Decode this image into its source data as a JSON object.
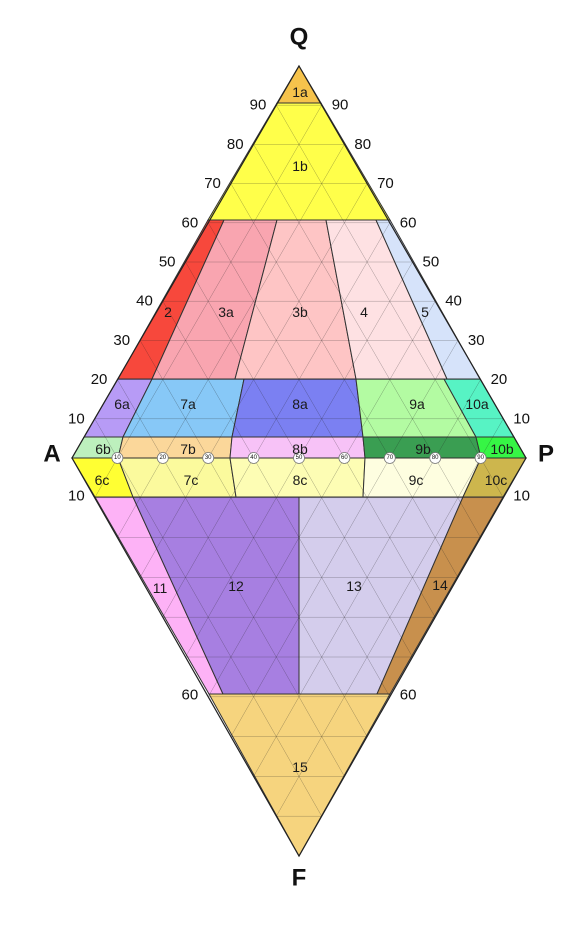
{
  "vertices": {
    "top": "Q",
    "left": "A",
    "right": "P",
    "bottom": "F"
  },
  "upper_ticks": [
    "90",
    "80",
    "70",
    "60",
    "50",
    "40",
    "30",
    "20",
    "10"
  ],
  "lower_ticks": [
    "10",
    "60"
  ],
  "center_scale": [
    "10",
    "20",
    "30",
    "40",
    "50",
    "60",
    "70",
    "80",
    "90"
  ],
  "fields": [
    {
      "id": "1a",
      "color": "#f6c34c"
    },
    {
      "id": "1b",
      "color": "#ffff4a"
    },
    {
      "id": "2",
      "color": "#f7483c"
    },
    {
      "id": "3a",
      "color": "#f9a5b0"
    },
    {
      "id": "3b",
      "color": "#fec5c5"
    },
    {
      "id": "4",
      "color": "#fee1e3"
    },
    {
      "id": "5",
      "color": "#d6e3fa"
    },
    {
      "id": "6a",
      "color": "#b79bf6"
    },
    {
      "id": "7a",
      "color": "#87c8f7"
    },
    {
      "id": "8a",
      "color": "#7b80f2"
    },
    {
      "id": "9a",
      "color": "#b3fba2"
    },
    {
      "id": "10a",
      "color": "#57f3c4"
    },
    {
      "id": "6b",
      "color": "#bdf0bd"
    },
    {
      "id": "7b",
      "color": "#fbd79a"
    },
    {
      "id": "8b",
      "color": "#f7c2f7"
    },
    {
      "id": "9b",
      "color": "#3a9e52"
    },
    {
      "id": "10b",
      "color": "#36f545"
    },
    {
      "id": "6c",
      "color": "#ffff33"
    },
    {
      "id": "7c",
      "color": "#fbfa9d"
    },
    {
      "id": "8c",
      "color": "#fdfdb4"
    },
    {
      "id": "9c",
      "color": "#fefee0"
    },
    {
      "id": "10c",
      "color": "#cdb64d"
    },
    {
      "id": "11",
      "color": "#fdb2f6"
    },
    {
      "id": "12",
      "color": "#a77fe1"
    },
    {
      "id": "13",
      "color": "#d4cdec"
    },
    {
      "id": "14",
      "color": "#c8904d"
    },
    {
      "id": "15",
      "color": "#f6d47e"
    }
  ]
}
